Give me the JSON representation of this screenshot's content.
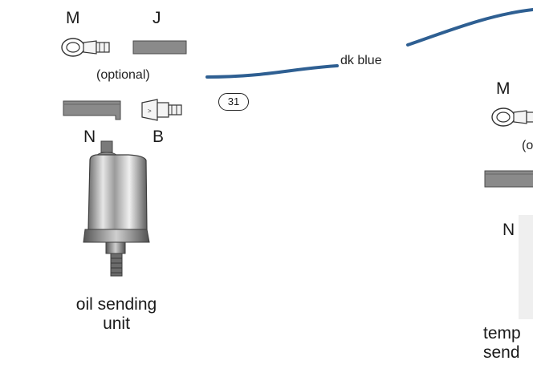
{
  "left_group": {
    "label_m": "M",
    "label_j": "J",
    "optional": "(optional)",
    "label_n": "N",
    "label_b": "B",
    "caption_line1": "oil sending",
    "caption_line2": "unit"
  },
  "wire": {
    "color_label": "dk blue",
    "wire_number": "31",
    "color": "#2e5f92"
  },
  "right_group": {
    "label_m": "M",
    "optional_partial": "(o",
    "label_n": "N",
    "caption_line1_partial": "temp",
    "caption_line2_partial": "send"
  },
  "colors": {
    "connector_fill": "#8a8a8a",
    "text": "#1a1a1a"
  }
}
